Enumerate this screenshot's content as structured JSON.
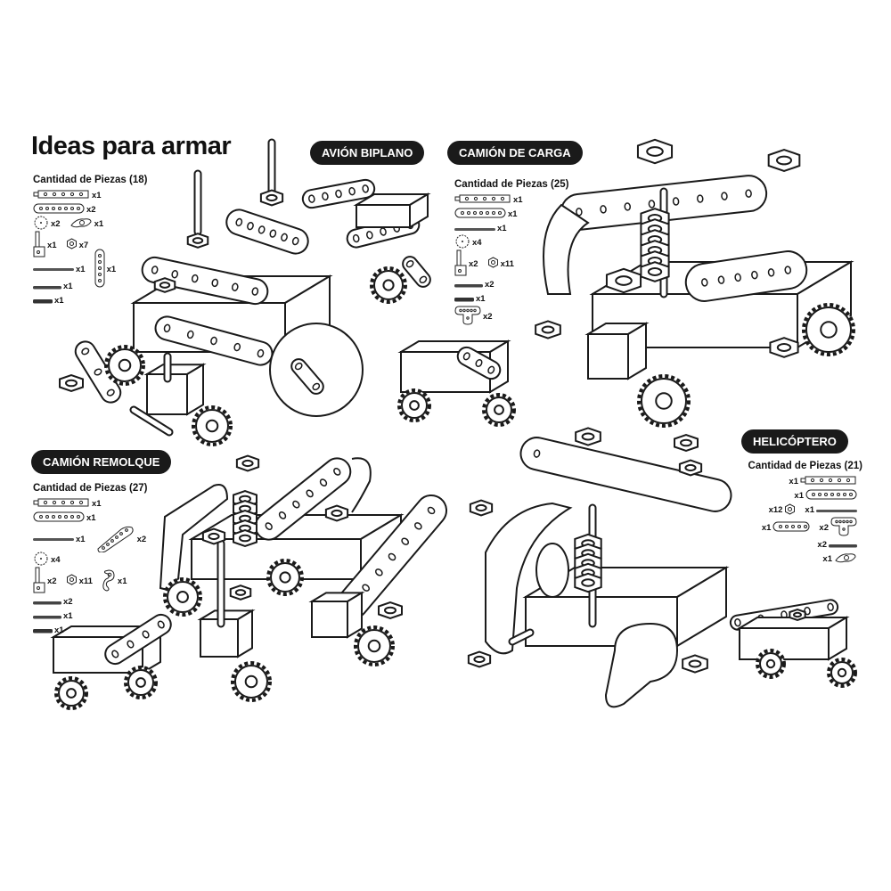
{
  "title": "Ideas para armar",
  "sections": [
    {
      "id": "avion",
      "badge": "AVIÓN BIPLANO",
      "header": "Cantidad de Piezas (18)",
      "rows": [
        [
          {
            "icon": "plank-5",
            "count": "x1"
          }
        ],
        [
          {
            "icon": "bar-7",
            "count": "x2"
          }
        ],
        [
          {
            "icon": "gear",
            "count": "x2"
          },
          {
            "icon": "crank",
            "count": "x1"
          }
        ],
        [
          {
            "icon": "post",
            "count": "x1"
          },
          {
            "icon": "nut",
            "count": "x7"
          }
        ],
        [
          {
            "icon": "rod-long",
            "count": "x1"
          },
          {
            "icon": "bar-5v",
            "count": "x1"
          }
        ],
        [
          {
            "icon": "rod-mid",
            "count": "x1"
          }
        ],
        [
          {
            "icon": "rod-short",
            "count": "x1"
          }
        ]
      ]
    },
    {
      "id": "carga",
      "badge": "CAMIÓN DE CARGA",
      "header": "Cantidad de Piezas (25)",
      "rows": [
        [
          {
            "icon": "plank-5",
            "count": "x1"
          }
        ],
        [
          {
            "icon": "bar-7",
            "count": "x1"
          }
        ],
        [
          {
            "icon": "rod-long",
            "count": "x1"
          }
        ],
        [
          {
            "icon": "gear",
            "count": "x4"
          }
        ],
        [
          {
            "icon": "post",
            "count": "x2"
          },
          {
            "icon": "nut",
            "count": "x11"
          }
        ],
        [
          {
            "icon": "rod-mid",
            "count": "x2"
          }
        ],
        [
          {
            "icon": "rod-short",
            "count": "x1"
          }
        ],
        [
          {
            "icon": "t-plate",
            "count": "x2"
          }
        ]
      ]
    },
    {
      "id": "remolque",
      "badge": "CAMIÓN REMOLQUE",
      "header": "Cantidad de Piezas (27)",
      "rows": [
        [
          {
            "icon": "plank-5",
            "count": "x1"
          }
        ],
        [
          {
            "icon": "bar-7",
            "count": "x1"
          }
        ],
        [
          {
            "icon": "rod-long",
            "count": "x1"
          },
          {
            "icon": "angle-bar",
            "count": "x2"
          }
        ],
        [
          {
            "icon": "gear",
            "count": "x4"
          }
        ],
        [
          {
            "icon": "post",
            "count": "x2"
          },
          {
            "icon": "nut",
            "count": "x11"
          },
          {
            "icon": "hook",
            "count": "x1"
          }
        ],
        [
          {
            "icon": "rod-mid",
            "count": "x2"
          }
        ],
        [
          {
            "icon": "rod-mid",
            "count": "x1"
          }
        ],
        [
          {
            "icon": "rod-short",
            "count": "x1"
          }
        ]
      ]
    },
    {
      "id": "helicoptero",
      "badge": "HELICÓPTERO",
      "header": "Cantidad de Piezas (21)",
      "rows": [
        [
          {
            "count": "x1",
            "icon": "plank-5"
          }
        ],
        [
          {
            "count": "x1",
            "icon": "bar-7"
          }
        ],
        [
          {
            "count": "x12",
            "icon": "nut"
          },
          {
            "count": "x1",
            "icon": "rod-long"
          }
        ],
        [
          {
            "count": "x1",
            "icon": "bar-5"
          },
          {
            "count": "x2",
            "icon": "t-plate"
          }
        ],
        [
          {
            "count": "x2",
            "icon": "rod-mid"
          }
        ],
        [
          {
            "count": "x1",
            "icon": "crank"
          }
        ]
      ]
    }
  ],
  "colors": {
    "ink": "#1a1a1a",
    "paper": "#ffffff"
  }
}
